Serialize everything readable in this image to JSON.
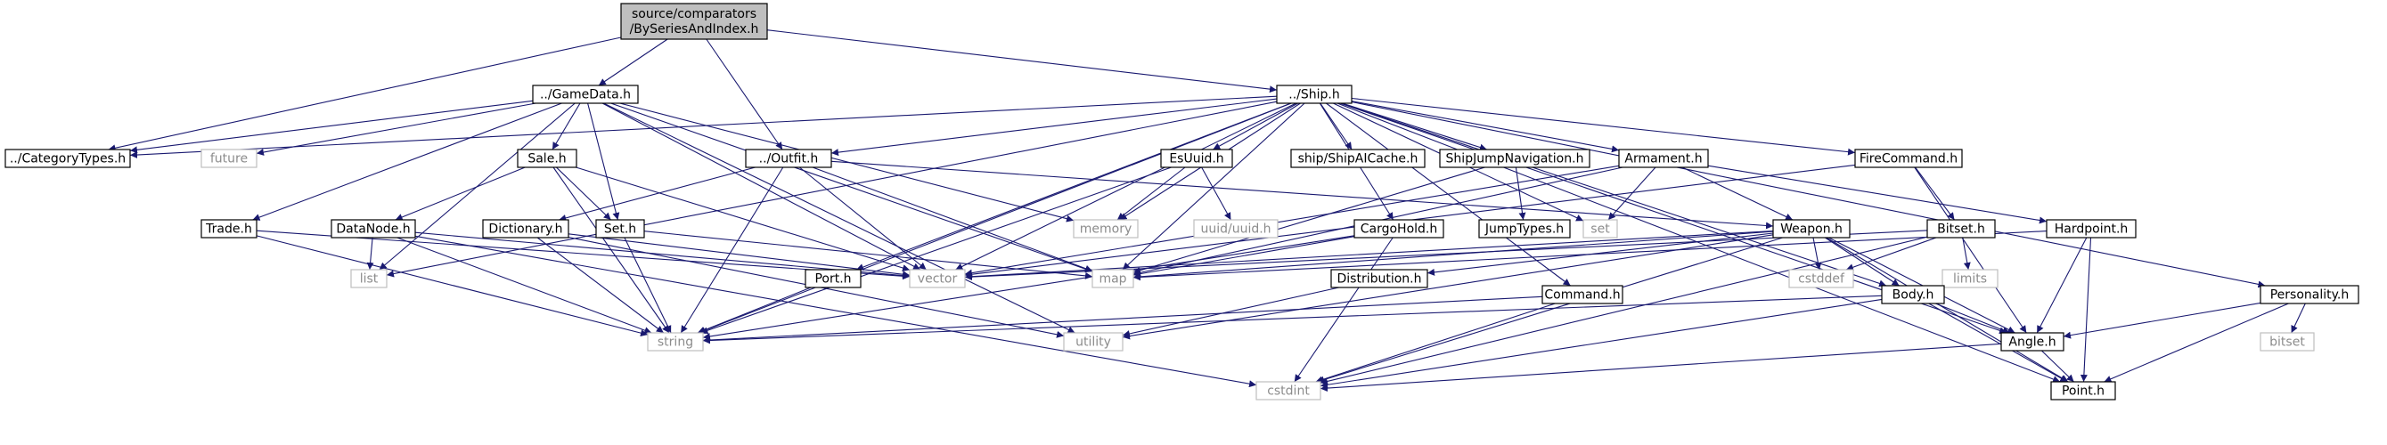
{
  "colors": {
    "edge": "#191970",
    "main_fill": "#bfbfbf",
    "local_border": "#000000",
    "system_border": "#bfbfbf",
    "system_text": "#8c8c8c"
  },
  "nodes": [
    {
      "id": "src",
      "lines": [
        "source/comparators",
        "/BySeriesAndIndex.h"
      ],
      "kind": "main"
    },
    {
      "id": "gamedata",
      "lines": [
        "../GameData.h"
      ],
      "kind": "local"
    },
    {
      "id": "ship",
      "lines": [
        "../Ship.h"
      ],
      "kind": "local"
    },
    {
      "id": "categorytypes",
      "lines": [
        "../CategoryTypes.h"
      ],
      "kind": "local"
    },
    {
      "id": "future",
      "lines": [
        "future"
      ],
      "kind": "system"
    },
    {
      "id": "sale",
      "lines": [
        "Sale.h"
      ],
      "kind": "local"
    },
    {
      "id": "outfit",
      "lines": [
        "../Outfit.h"
      ],
      "kind": "local"
    },
    {
      "id": "esuuid",
      "lines": [
        "EsUuid.h"
      ],
      "kind": "local"
    },
    {
      "id": "shipaicache",
      "lines": [
        "ship/ShipAICache.h"
      ],
      "kind": "local"
    },
    {
      "id": "shipjumpnav",
      "lines": [
        "ShipJumpNavigation.h"
      ],
      "kind": "local"
    },
    {
      "id": "armament",
      "lines": [
        "Armament.h"
      ],
      "kind": "local"
    },
    {
      "id": "firecommand",
      "lines": [
        "FireCommand.h"
      ],
      "kind": "local"
    },
    {
      "id": "trade",
      "lines": [
        "Trade.h"
      ],
      "kind": "local"
    },
    {
      "id": "datanode",
      "lines": [
        "DataNode.h"
      ],
      "kind": "local"
    },
    {
      "id": "dictionary",
      "lines": [
        "Dictionary.h"
      ],
      "kind": "local"
    },
    {
      "id": "set_h",
      "lines": [
        "Set.h"
      ],
      "kind": "local"
    },
    {
      "id": "memory",
      "lines": [
        "memory"
      ],
      "kind": "system"
    },
    {
      "id": "uuid",
      "lines": [
        "uuid/uuid.h"
      ],
      "kind": "system"
    },
    {
      "id": "cargohold",
      "lines": [
        "CargoHold.h"
      ],
      "kind": "local"
    },
    {
      "id": "jumptypes",
      "lines": [
        "JumpTypes.h"
      ],
      "kind": "local"
    },
    {
      "id": "set",
      "lines": [
        "set"
      ],
      "kind": "system"
    },
    {
      "id": "weapon",
      "lines": [
        "Weapon.h"
      ],
      "kind": "local"
    },
    {
      "id": "bitset_h",
      "lines": [
        "Bitset.h"
      ],
      "kind": "local"
    },
    {
      "id": "hardpoint",
      "lines": [
        "Hardpoint.h"
      ],
      "kind": "local"
    },
    {
      "id": "list",
      "lines": [
        "list"
      ],
      "kind": "system"
    },
    {
      "id": "vector",
      "lines": [
        "vector"
      ],
      "kind": "system"
    },
    {
      "id": "map",
      "lines": [
        "map"
      ],
      "kind": "system"
    },
    {
      "id": "port",
      "lines": [
        "Port.h"
      ],
      "kind": "local"
    },
    {
      "id": "distribution",
      "lines": [
        "Distribution.h"
      ],
      "kind": "local"
    },
    {
      "id": "cstddef",
      "lines": [
        "cstddef"
      ],
      "kind": "system"
    },
    {
      "id": "limits",
      "lines": [
        "limits"
      ],
      "kind": "system"
    },
    {
      "id": "command",
      "lines": [
        "Command.h"
      ],
      "kind": "local"
    },
    {
      "id": "body",
      "lines": [
        "Body.h"
      ],
      "kind": "local"
    },
    {
      "id": "personality",
      "lines": [
        "Personality.h"
      ],
      "kind": "local"
    },
    {
      "id": "string",
      "lines": [
        "string"
      ],
      "kind": "system"
    },
    {
      "id": "utility",
      "lines": [
        "utility"
      ],
      "kind": "system"
    },
    {
      "id": "angle",
      "lines": [
        "Angle.h"
      ],
      "kind": "local"
    },
    {
      "id": "bitset",
      "lines": [
        "bitset"
      ],
      "kind": "system"
    },
    {
      "id": "cstdint",
      "lines": [
        "cstdint"
      ],
      "kind": "system"
    },
    {
      "id": "point",
      "lines": [
        "Point.h"
      ],
      "kind": "local"
    }
  ],
  "edges": [
    [
      "src",
      "categorytypes"
    ],
    [
      "src",
      "gamedata"
    ],
    [
      "src",
      "outfit"
    ],
    [
      "src",
      "ship"
    ],
    [
      "gamedata",
      "categorytypes"
    ],
    [
      "gamedata",
      "future"
    ],
    [
      "gamedata",
      "sale"
    ],
    [
      "gamedata",
      "trade"
    ],
    [
      "gamedata",
      "set_h"
    ],
    [
      "gamedata",
      "memory"
    ],
    [
      "gamedata",
      "map"
    ],
    [
      "gamedata",
      "vector"
    ],
    [
      "gamedata",
      "utility"
    ],
    [
      "gamedata",
      "list"
    ],
    [
      "ship",
      "categorytypes"
    ],
    [
      "ship",
      "outfit"
    ],
    [
      "ship",
      "esuuid"
    ],
    [
      "ship",
      "shipaicache"
    ],
    [
      "ship",
      "shipjumpnav"
    ],
    [
      "ship",
      "armament"
    ],
    [
      "ship",
      "firecommand"
    ],
    [
      "ship",
      "cargohold"
    ],
    [
      "ship",
      "port"
    ],
    [
      "ship",
      "body"
    ],
    [
      "ship",
      "personality"
    ],
    [
      "ship",
      "memory"
    ],
    [
      "ship",
      "set"
    ],
    [
      "ship",
      "map"
    ],
    [
      "ship",
      "vector"
    ],
    [
      "ship",
      "string"
    ],
    [
      "ship",
      "list"
    ],
    [
      "ship",
      "command"
    ],
    [
      "ship",
      "angle"
    ],
    [
      "ship",
      "point"
    ],
    [
      "sale",
      "datanode"
    ],
    [
      "sale",
      "set_h"
    ],
    [
      "sale",
      "string"
    ],
    [
      "sale",
      "vector"
    ],
    [
      "outfit",
      "dictionary"
    ],
    [
      "outfit",
      "weapon"
    ],
    [
      "outfit",
      "map"
    ],
    [
      "outfit",
      "vector"
    ],
    [
      "outfit",
      "string"
    ],
    [
      "esuuid",
      "memory"
    ],
    [
      "esuuid",
      "uuid"
    ],
    [
      "esuuid",
      "string"
    ],
    [
      "shipjumpnav",
      "jumptypes"
    ],
    [
      "shipjumpnav",
      "map"
    ],
    [
      "armament",
      "set"
    ],
    [
      "armament",
      "hardpoint"
    ],
    [
      "armament",
      "weapon"
    ],
    [
      "armament",
      "map"
    ],
    [
      "armament",
      "vector"
    ],
    [
      "firecommand",
      "bitset_h"
    ],
    [
      "firecommand",
      "vector"
    ],
    [
      "firecommand",
      "angle"
    ],
    [
      "trade",
      "string"
    ],
    [
      "trade",
      "vector"
    ],
    [
      "datanode",
      "list"
    ],
    [
      "datanode",
      "string"
    ],
    [
      "datanode",
      "vector"
    ],
    [
      "datanode",
      "cstdint"
    ],
    [
      "dictionary",
      "string"
    ],
    [
      "dictionary",
      "vector"
    ],
    [
      "dictionary",
      "utility"
    ],
    [
      "set_h",
      "map"
    ],
    [
      "set_h",
      "string"
    ],
    [
      "cargohold",
      "map"
    ],
    [
      "cargohold",
      "string"
    ],
    [
      "cargohold",
      "cstdint"
    ],
    [
      "weapon",
      "map"
    ],
    [
      "weapon",
      "vector"
    ],
    [
      "weapon",
      "cstddef"
    ],
    [
      "weapon",
      "body"
    ],
    [
      "weapon",
      "distribution"
    ],
    [
      "weapon",
      "angle"
    ],
    [
      "weapon",
      "point"
    ],
    [
      "weapon",
      "cstdint"
    ],
    [
      "weapon",
      "utility"
    ],
    [
      "bitset_h",
      "cstddef"
    ],
    [
      "bitset_h",
      "limits"
    ],
    [
      "bitset_h",
      "vector"
    ],
    [
      "bitset_h",
      "cstdint"
    ],
    [
      "hardpoint",
      "angle"
    ],
    [
      "hardpoint",
      "point"
    ],
    [
      "hardpoint",
      "map"
    ],
    [
      "port",
      "string"
    ],
    [
      "distribution",
      "utility"
    ],
    [
      "command",
      "string"
    ],
    [
      "command",
      "cstdint"
    ],
    [
      "body",
      "angle"
    ],
    [
      "body",
      "point"
    ],
    [
      "body",
      "cstdint"
    ],
    [
      "body",
      "string"
    ],
    [
      "personality",
      "angle"
    ],
    [
      "personality",
      "bitset"
    ],
    [
      "personality",
      "point"
    ],
    [
      "angle",
      "point"
    ],
    [
      "angle",
      "cstdint"
    ]
  ]
}
